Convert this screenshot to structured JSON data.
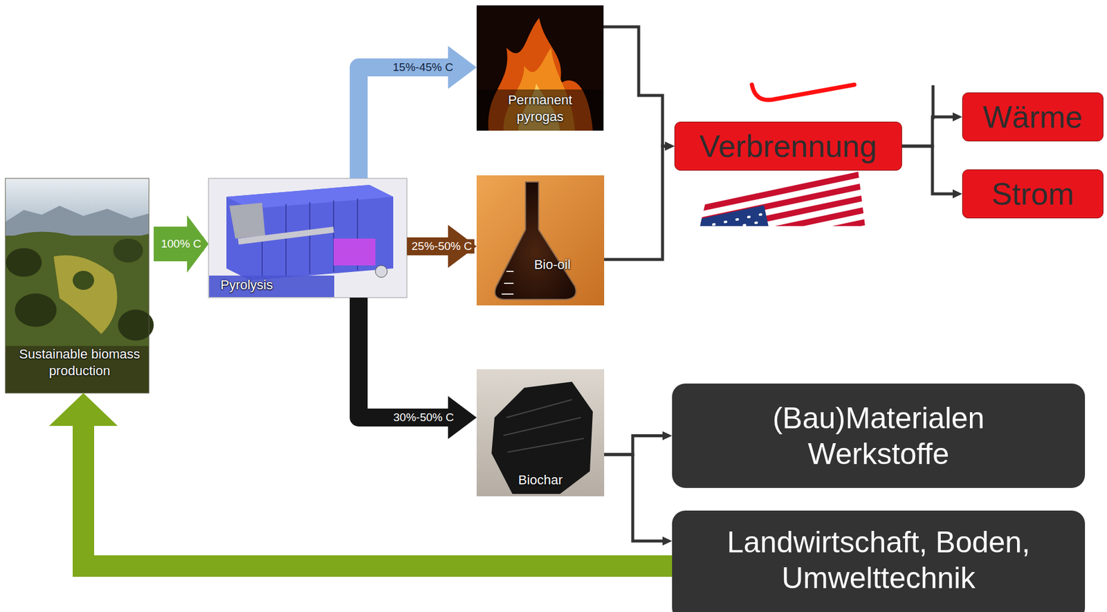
{
  "diagram": {
    "nodes": [
      {
        "text": [
          "Sustainable biomass production"
        ]
      },
      {
        "text": [
          "Pyrolysis"
        ]
      },
      {
        "text": [
          "Permanent pyrogas"
        ]
      },
      {
        "text": [
          "Bio-oil"
        ]
      },
      {
        "text": [
          "Biochar"
        ]
      },
      {
        "text": [
          "Verbrennung"
        ]
      },
      {
        "text": [
          "Wärme"
        ]
      },
      {
        "text": [
          "Strom"
        ]
      },
      {
        "text": [
          "(Bau)Materialen Werkstoffe"
        ]
      },
      {
        "text": [
          "Landwirtschaft, Boden, Umwelttechnik"
        ]
      }
    ],
    "edges": [
      {
        "from": 0,
        "to": 1,
        "arrow": "to",
        "label": "100% C"
      },
      {
        "from": 1,
        "to": 2,
        "arrow": "to",
        "label": "15%-45% C"
      },
      {
        "from": 1,
        "to": 3,
        "arrow": "to",
        "label": "25%-50% C"
      },
      {
        "from": 1,
        "to": 4,
        "arrow": "to",
        "label": "30%-50% C"
      },
      {
        "from": 2,
        "to": 5,
        "arrow": "to"
      },
      {
        "from": 3,
        "to": 5,
        "arrow": "to"
      },
      {
        "from": 5,
        "to": 6,
        "arrow": "to"
      },
      {
        "from": 5,
        "to": 7,
        "arrow": "to"
      },
      {
        "from": 4,
        "to": 8,
        "arrow": "to"
      },
      {
        "from": 4,
        "to": 9,
        "arrow": "to"
      },
      {
        "from": 9,
        "to": 0,
        "arrow": "to"
      }
    ]
  }
}
